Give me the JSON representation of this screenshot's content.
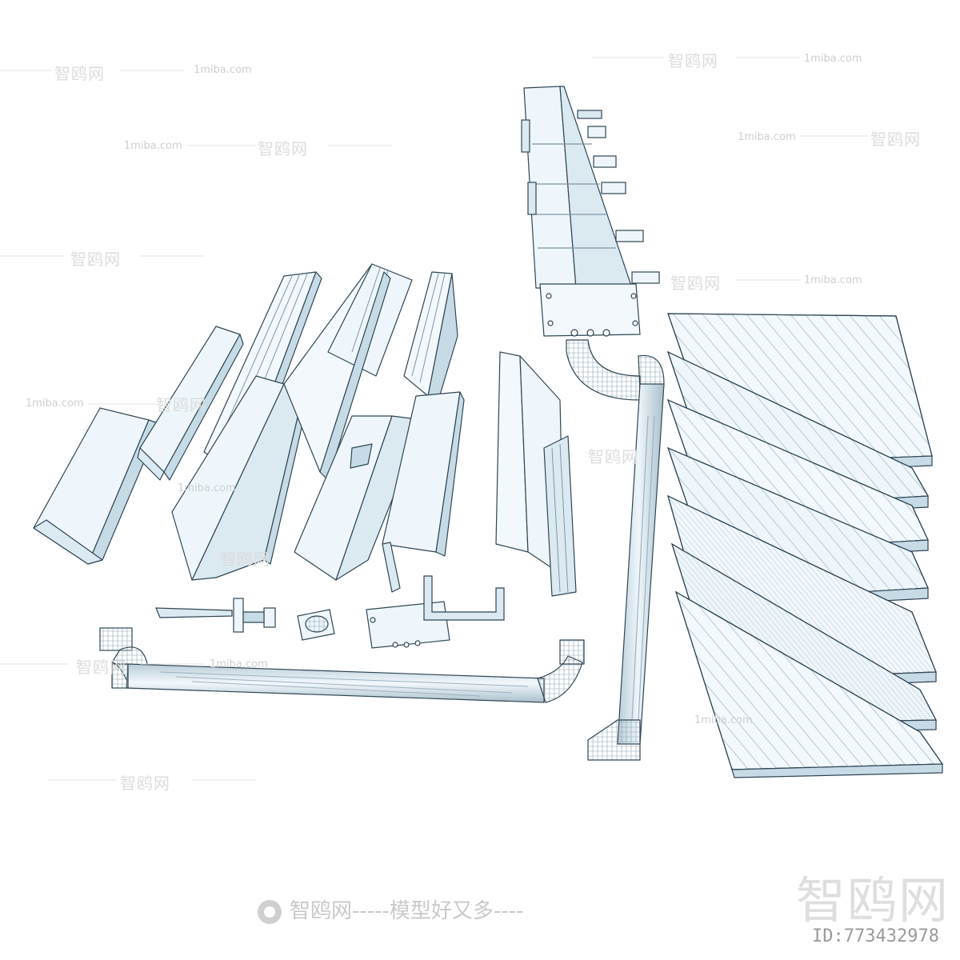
{
  "watermarks": {
    "site": "1miba.com",
    "brand": "智鸥网",
    "footer": "智鸥网-----模型好又多----",
    "corner_brand": "智鸥网",
    "corner_id": "ID:773432978"
  },
  "colors": {
    "surface": "#eef6fb",
    "surface_light": "#f7fbfd",
    "shadow": "#c7dbe7",
    "edge": "#2f4654",
    "mesh": "#8ea4b1"
  },
  "icons": [
    "brand-logo-icon"
  ]
}
